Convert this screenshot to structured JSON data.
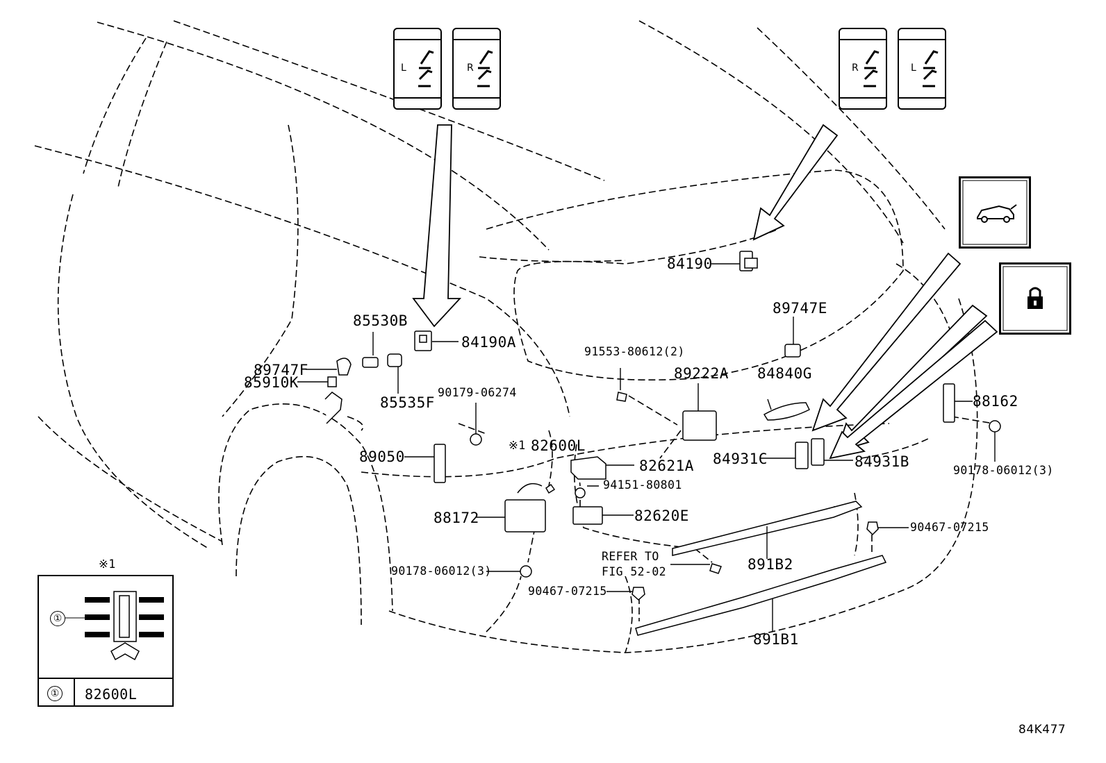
{
  "diagram_code": "84K477",
  "seat_icons": [
    {
      "side": "L"
    },
    {
      "side": "R"
    },
    {
      "side": "R"
    },
    {
      "side": "L"
    }
  ],
  "icons": [
    "car-rear-hatch-icon",
    "lock-icon"
  ],
  "inset": {
    "mark": "※1",
    "callout": "①",
    "part": "82600L"
  },
  "labels": {
    "p84190": "84190",
    "p84190A": "84190A",
    "p85530B": "85530B",
    "p89747F": "89747F",
    "p85910K": "85910K",
    "p85535F": "85535F",
    "p90179": "90179-06274",
    "p89050": "89050",
    "p82600L": "82600L",
    "mark82600L": "※1",
    "p82621A": "82621A",
    "p94151": "94151-80801",
    "p82620E": "82620E",
    "p88172": "88172",
    "p90178a": "90178-06012(3)",
    "p90467a": "90467-07215",
    "refer1": "REFER TO",
    "refer2": "FIG 52-02",
    "p891B2": "891B2",
    "p891B1": "891B1",
    "p91553": "91553-80612(2)",
    "p89222A": "89222A",
    "p89747E": "89747E",
    "p84840G": "84840G",
    "p84931C": "84931C",
    "p84931B": "84931B",
    "p88162": "88162",
    "p90178b": "90178-06012(3)",
    "p90467b": "90467-07215"
  }
}
